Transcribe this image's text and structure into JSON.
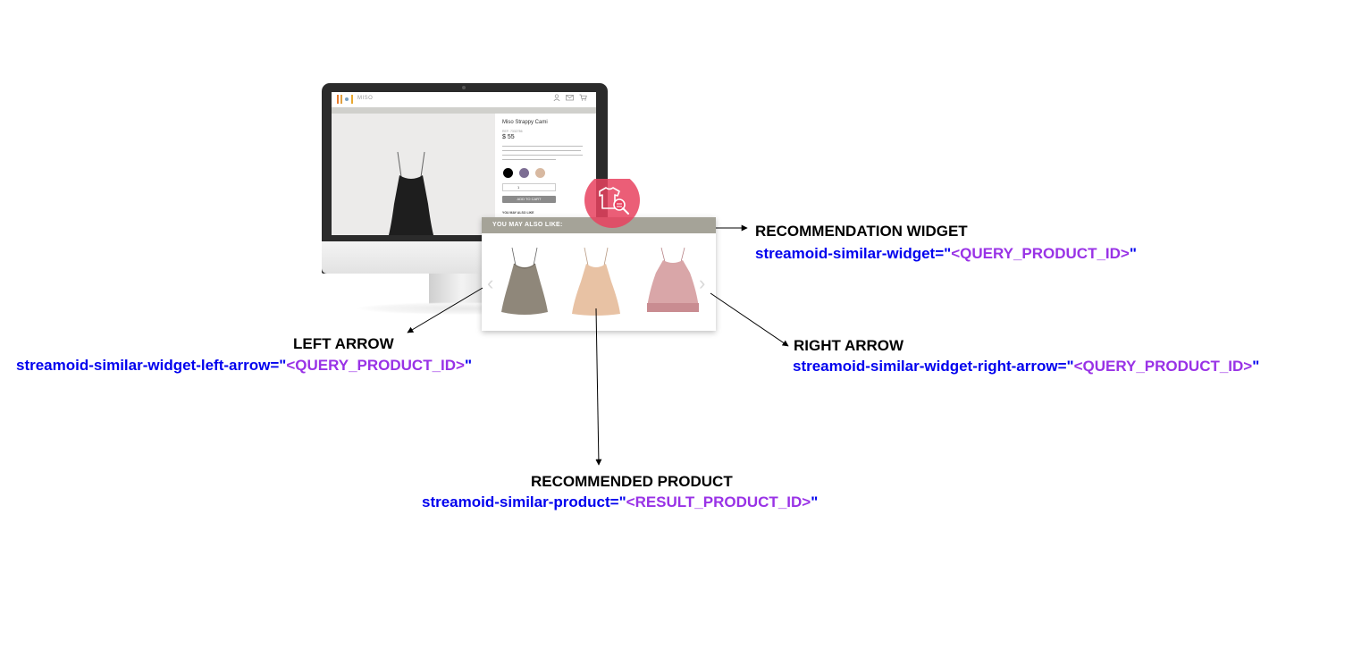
{
  "mockup": {
    "brand": "MISO",
    "product_name": "Miso Strappy Cami",
    "ref": "REF: 7332786",
    "price": "$ 55",
    "quantity": "1",
    "add_to_cart": "ADD TO CART",
    "you_may_also_like_small": "YOU MAY ALSO LIKE",
    "swatch_colors": [
      "#000000",
      "#7c6d93",
      "#d8b9a1"
    ]
  },
  "widget": {
    "title": "YOU MAY ALSO LIKE:",
    "left_arrow_glyph": "‹",
    "right_arrow_glyph": "›",
    "products": [
      {
        "icon": "taupe-cami-icon",
        "color": "#8f877a"
      },
      {
        "icon": "peach-cami-icon",
        "color": "#e8c2a4"
      },
      {
        "icon": "pink-cami-icon",
        "color": "#d9a6a8"
      }
    ],
    "badge_icon": "similar-search-icon",
    "badge_color": "#e8425f"
  },
  "annotations": {
    "widget": {
      "title": "RECOMMENDATION WIDGET",
      "attr": "streamoid-similar-widget=\"",
      "value": "<QUERY_PRODUCT_ID>",
      "close": "\""
    },
    "left_arrow": {
      "title": "LEFT ARROW",
      "attr": "streamoid-similar-widget-left-arrow=\"",
      "value": "<QUERY_PRODUCT_ID>",
      "close": "\""
    },
    "right_arrow": {
      "title": "RIGHT ARROW",
      "attr": "streamoid-similar-widget-right-arrow=\"",
      "value": "<QUERY_PRODUCT_ID>",
      "close": "\""
    },
    "product": {
      "title": "RECOMMENDED PRODUCT",
      "attr": "streamoid-similar-product=\"",
      "value": "<RESULT_PRODUCT_ID>",
      "close": "\""
    }
  },
  "colors": {
    "attr_blue": "#0000ee",
    "value_purple": "#9932e6",
    "widget_header": "#a5a398"
  }
}
